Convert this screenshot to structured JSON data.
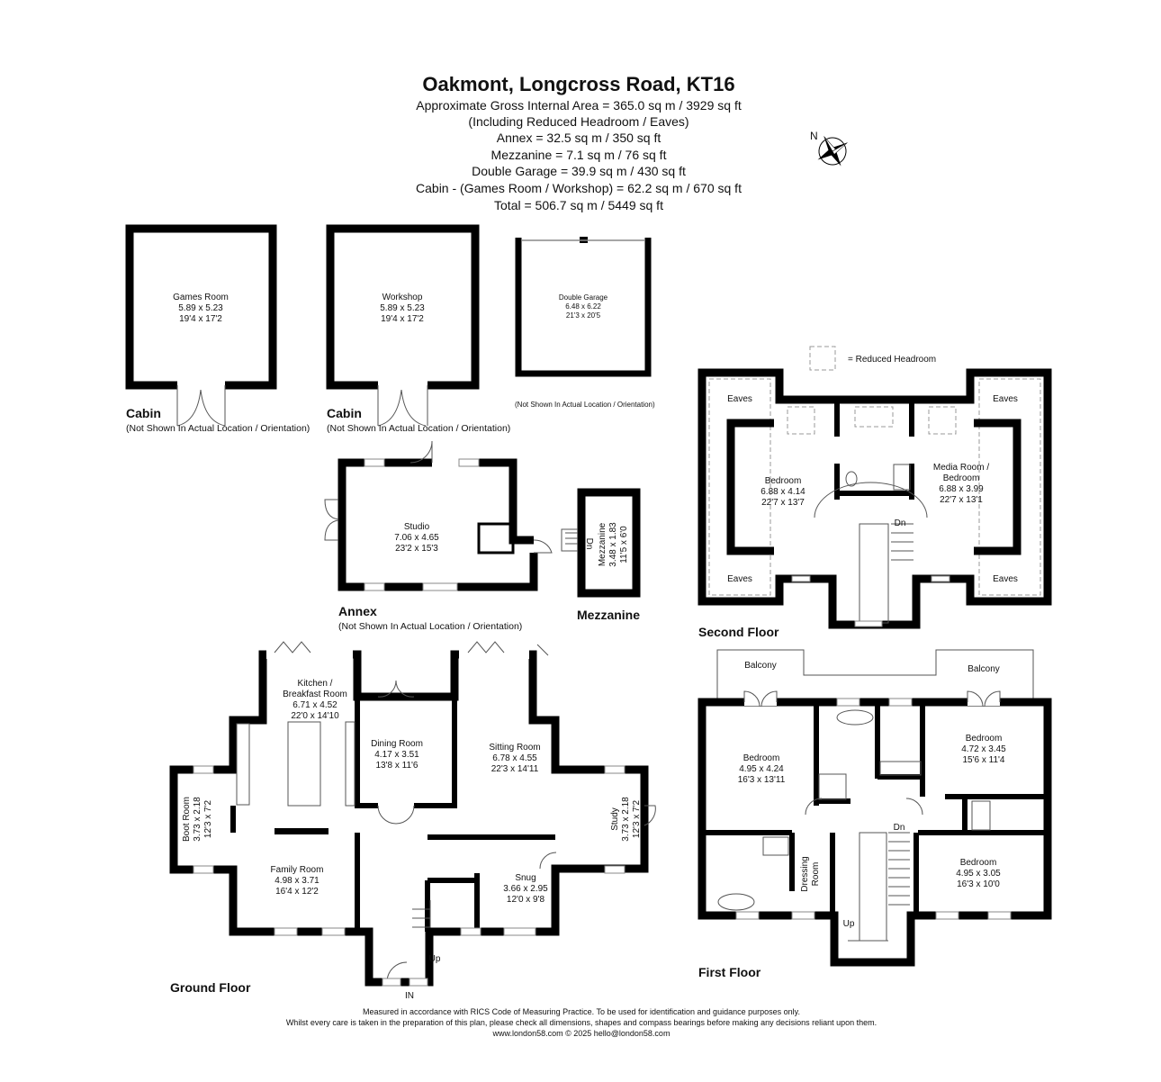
{
  "header": {
    "title": "Oakmont, Longcross Road, KT16",
    "lines": [
      "Approximate Gross Internal Area = 365.0 sq m / 3929 sq ft",
      "(Including Reduced Headroom / Eaves)",
      "Annex = 32.5 sq m / 350 sq ft",
      "Mezzanine = 7.1 sq m / 76 sq ft",
      "Double Garage = 39.9 sq m / 430 sq ft",
      "Cabin - (Games Room / Workshop) = 62.2 sq m / 670 sq ft",
      "Total = 506.7 sq m / 5449 sq ft"
    ]
  },
  "compass": {
    "label": "N"
  },
  "legend": {
    "reduced_headroom": "= Reduced Headroom"
  },
  "cabin1": {
    "label": "Cabin",
    "note": "(Not Shown In Actual Location / Orientation)",
    "room": {
      "name": "Games Room",
      "metric": "5.89 x 5.23",
      "imperial": "19'4 x 17'2"
    }
  },
  "cabin2": {
    "label": "Cabin",
    "note": "(Not Shown In Actual Location / Orientation)",
    "room": {
      "name": "Workshop",
      "metric": "5.89 x 5.23",
      "imperial": "19'4 x 17'2"
    }
  },
  "garage": {
    "note": "(Not Shown In Actual Location / Orientation)",
    "room": {
      "name": "Double Garage",
      "metric": "6.48 x 6.22",
      "imperial": "21'3 x 20'5"
    }
  },
  "annex": {
    "label": "Annex",
    "note": "(Not Shown In Actual Location / Orientation)",
    "room": {
      "name": "Studio",
      "metric": "7.06 x 4.65",
      "imperial": "23'2 x 15'3"
    }
  },
  "mezzanine": {
    "label": "Mezzanine",
    "stair": "Dn",
    "room": {
      "name": "Mezzanine",
      "metric": "3.48 x 1.83",
      "imperial": "11'5 x 6'0"
    }
  },
  "second_floor": {
    "label": "Second Floor",
    "eaves": "Eaves",
    "stair": "Dn",
    "bedroom": {
      "name": "Bedroom",
      "metric": "6.88 x 4.14",
      "imperial": "22'7 x 13'7"
    },
    "media": {
      "name1": "Media Room /",
      "name2": "Bedroom",
      "metric": "6.88 x 3.99",
      "imperial": "22'7 x 13'1"
    }
  },
  "first_floor": {
    "label": "First Floor",
    "balcony": "Balcony",
    "stair_dn": "Dn",
    "stair_up": "Up",
    "bedroom1": {
      "name": "Bedroom",
      "metric": "4.95 x 4.24",
      "imperial": "16'3 x 13'11"
    },
    "bedroom2": {
      "name": "Bedroom",
      "metric": "4.72 x 3.45",
      "imperial": "15'6 x 11'4"
    },
    "bedroom3": {
      "name": "Bedroom",
      "metric": "4.95 x 3.05",
      "imperial": "16'3 x 10'0"
    },
    "dressing": {
      "name1": "Dressing",
      "name2": "Room"
    }
  },
  "ground_floor": {
    "label": "Ground Floor",
    "stair_up": "Up",
    "entrance": "IN",
    "kitchen": {
      "name1": "Kitchen /",
      "name2": "Breakfast Room",
      "metric": "6.71 x 4.52",
      "imperial": "22'0 x 14'10"
    },
    "dining": {
      "name": "Dining Room",
      "metric": "4.17 x 3.51",
      "imperial": "13'8 x 11'6"
    },
    "sitting": {
      "name": "Sitting Room",
      "metric": "6.78 x 4.55",
      "imperial": "22'3 x 14'11"
    },
    "family": {
      "name": "Family Room",
      "metric": "4.98 x 3.71",
      "imperial": "16'4 x 12'2"
    },
    "snug": {
      "name": "Snug",
      "metric": "3.66 x 2.95",
      "imperial": "12'0 x 9'8"
    },
    "boot": {
      "name": "Boot Room",
      "metric": "3.73 x 2.18",
      "imperial": "12'3 x 7'2"
    },
    "study": {
      "name": "Study",
      "metric": "3.73 x 2.18",
      "imperial": "12'3 x 7'2"
    }
  },
  "footer": {
    "lines": [
      "Measured in accordance with RICS Code of Measuring Practice. To be used for identification and guidance purposes only.",
      "Whilst every care is taken in the preparation of this plan, please check all dimensions, shapes and compass bearings before making any decisions reliant upon them.",
      "www.london58.com © 2025 hello@london58.com"
    ]
  }
}
